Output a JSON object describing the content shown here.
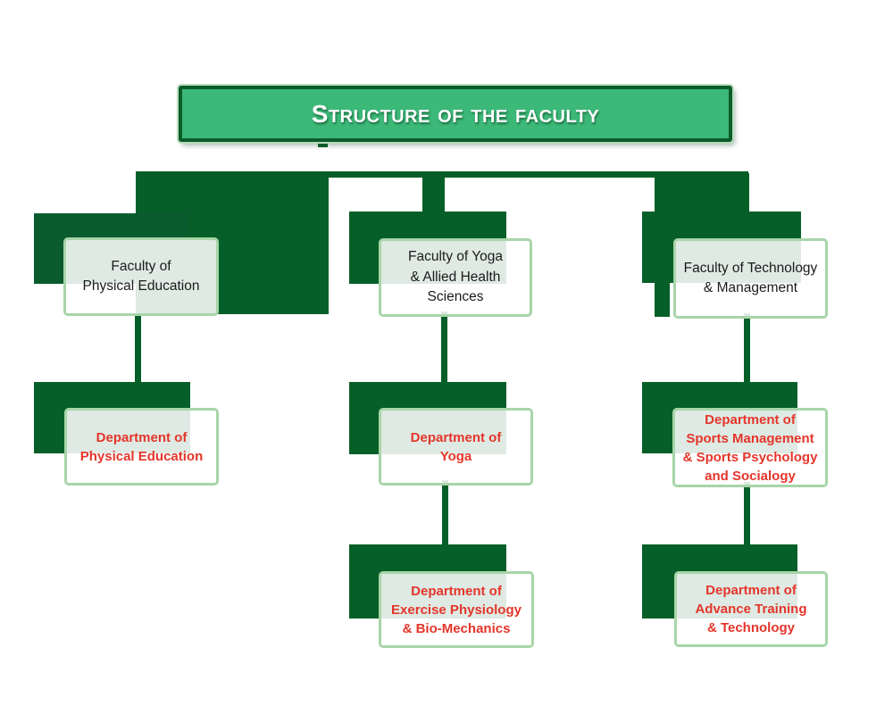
{
  "title": {
    "text": "Structure of the faculty"
  },
  "colors": {
    "banner_fill": "#3CB878",
    "banner_border": "#0A5C2B",
    "banner_outer_stroke": "#B9DDBD",
    "connector_dark_green": "#065F28",
    "connector_dark_green_alt": "#0A5B2E",
    "node_border_light_green": "#A8D5A8",
    "node_fill": "rgba(255,255,255,0.87)",
    "faculty_text": "#1B1B1B",
    "department_text": "#E5352B",
    "title_text": "#FFFFFF"
  },
  "columns": [
    {
      "faculty": {
        "text": "Faculty of\nPhysical Education"
      },
      "departments": [
        {
          "text": "Department of\nPhysical Education"
        }
      ]
    },
    {
      "faculty": {
        "text": "Faculty of Yoga\n& Allied Health\nSciences"
      },
      "departments": [
        {
          "text": "Department of\nYoga"
        },
        {
          "text": "Department of\nExercise Physiology\n& Bio-Mechanics"
        }
      ]
    },
    {
      "faculty": {
        "text": "Faculty of Technology\n& Management"
      },
      "departments": [
        {
          "text": "Department of\nSports Management\n& Sports Psychology\nand Socialogy"
        },
        {
          "text": "Department of\nAdvance Training\n& Technology"
        }
      ]
    }
  ]
}
